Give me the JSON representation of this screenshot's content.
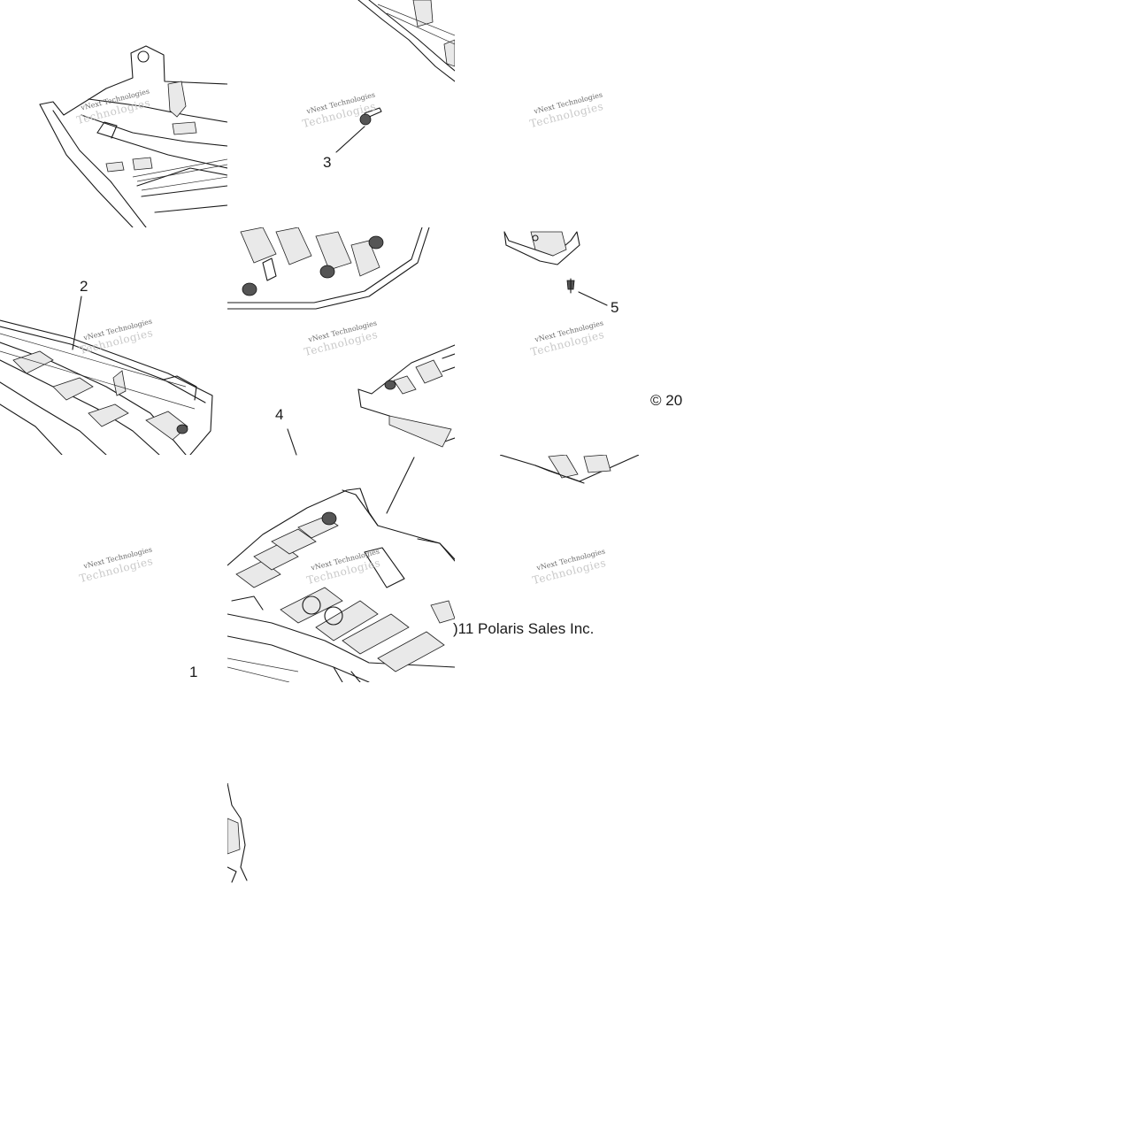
{
  "callouts": {
    "c1": "1",
    "c2": "2",
    "c3": "3",
    "c4": "4",
    "c5": "5"
  },
  "copyright": {
    "part1": "© 20",
    "part2": ")11 Polaris Sales Inc."
  },
  "watermark": {
    "line1": "vNext Technologies",
    "line2": "Technologies"
  }
}
